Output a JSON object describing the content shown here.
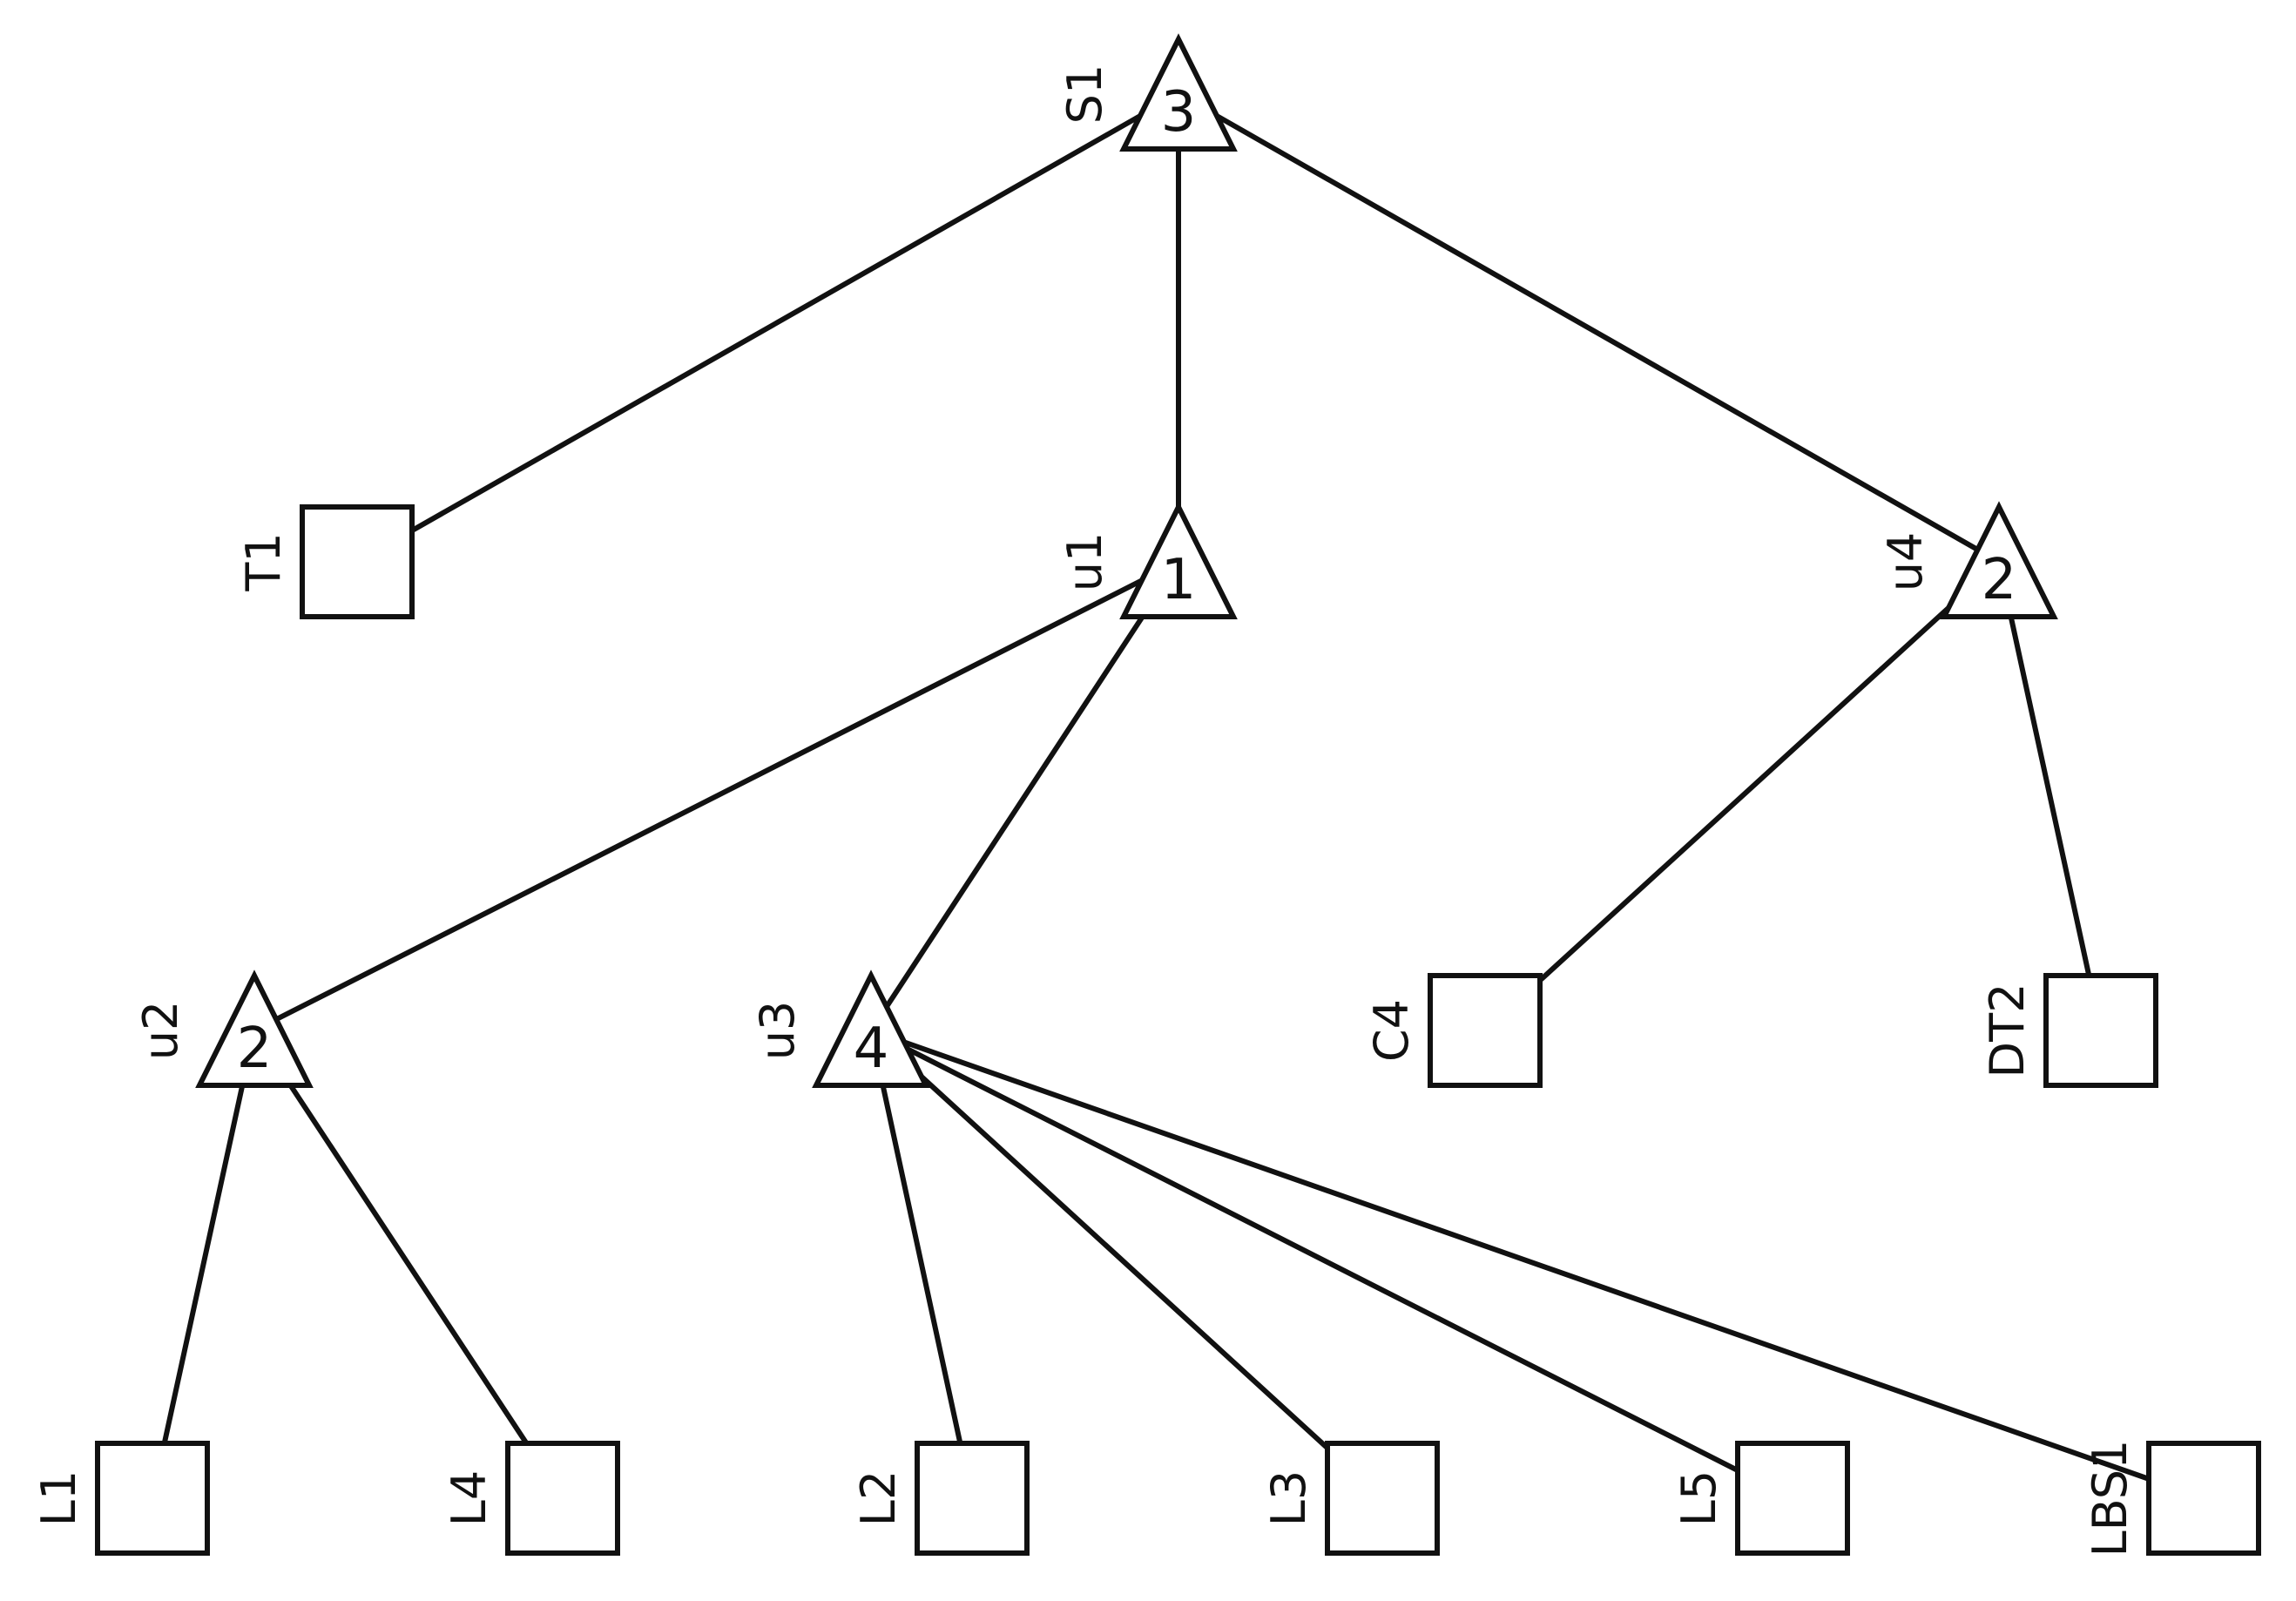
{
  "tree": {
    "nodes": [
      {
        "id": "S1",
        "shape": "triangle",
        "label": "S1",
        "count": "3"
      },
      {
        "id": "T1",
        "shape": "square",
        "label": "T1"
      },
      {
        "id": "u1",
        "shape": "triangle",
        "label": "u1",
        "count": "1"
      },
      {
        "id": "u4",
        "shape": "triangle",
        "label": "u4",
        "count": "2"
      },
      {
        "id": "u2",
        "shape": "triangle",
        "label": "u2",
        "count": "2"
      },
      {
        "id": "u3",
        "shape": "triangle",
        "label": "u3",
        "count": "4"
      },
      {
        "id": "C4",
        "shape": "square",
        "label": "C4"
      },
      {
        "id": "DT2",
        "shape": "square",
        "label": "DT2"
      },
      {
        "id": "L1",
        "shape": "square",
        "label": "L1"
      },
      {
        "id": "L4",
        "shape": "square",
        "label": "L4"
      },
      {
        "id": "L2",
        "shape": "square",
        "label": "L2"
      },
      {
        "id": "L3",
        "shape": "square",
        "label": "L3"
      },
      {
        "id": "L5",
        "shape": "square",
        "label": "L5"
      },
      {
        "id": "LBS1",
        "shape": "square",
        "label": "LBS1"
      }
    ],
    "edges": [
      [
        "S1",
        "T1"
      ],
      [
        "S1",
        "u1"
      ],
      [
        "S1",
        "u4"
      ],
      [
        "u1",
        "u2"
      ],
      [
        "u1",
        "u3"
      ],
      [
        "u4",
        "C4"
      ],
      [
        "u4",
        "DT2"
      ],
      [
        "u2",
        "L1"
      ],
      [
        "u2",
        "L4"
      ],
      [
        "u3",
        "L2"
      ],
      [
        "u3",
        "L3"
      ],
      [
        "u3",
        "L5"
      ],
      [
        "u3",
        "LBS1"
      ]
    ]
  }
}
